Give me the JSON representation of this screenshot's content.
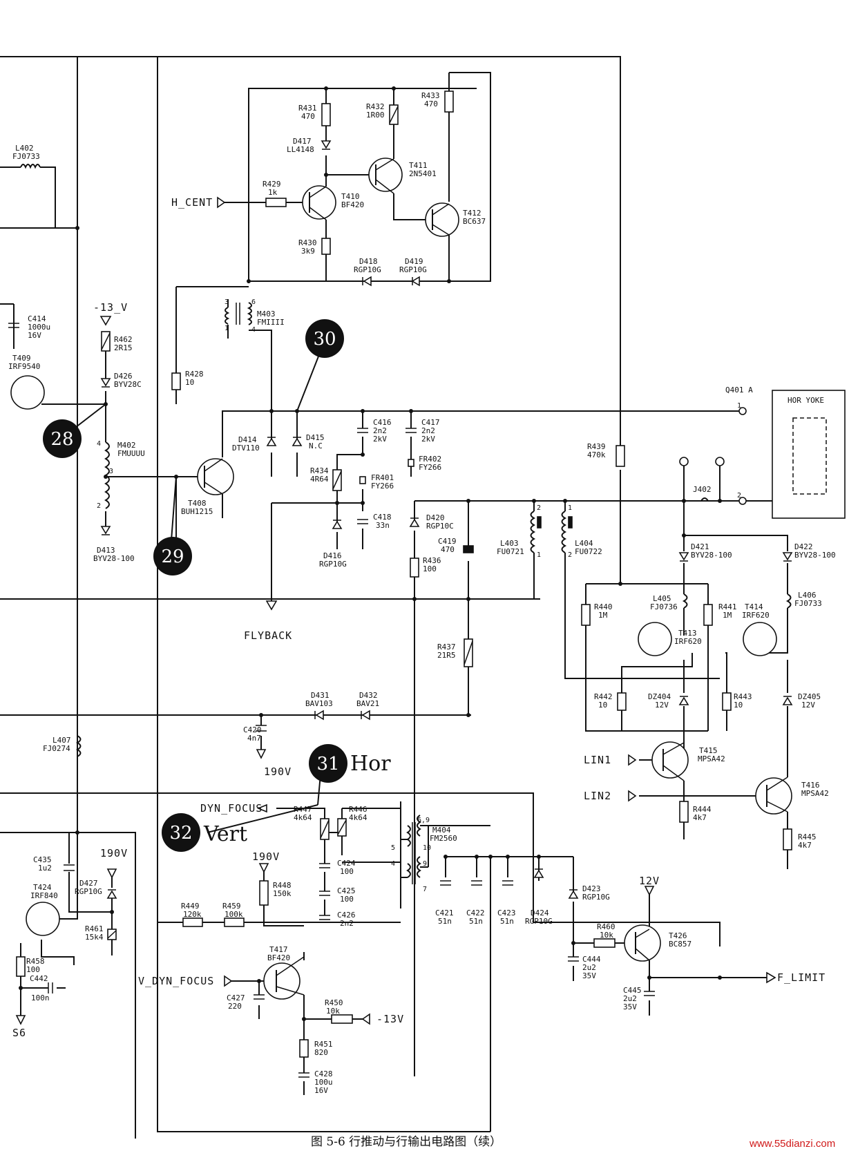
{
  "markers": [
    {
      "id": "28",
      "text": "28"
    },
    {
      "id": "29",
      "text": "29"
    },
    {
      "id": "30",
      "text": "30"
    },
    {
      "id": "31",
      "text": "31"
    },
    {
      "id": "32",
      "text": "32"
    }
  ],
  "marker_labels": {
    "hor": "Hor",
    "vert": "Vert"
  },
  "nets": {
    "h_cent": "H_CENT",
    "flyback": "FLYBACK",
    "dyn_focus": "DYN_FOCUS",
    "v_dyn_focus": "V_DYN_FOCUS",
    "f_limit": "F_LIMIT",
    "lin1": "LIN1",
    "lin2": "LIN2",
    "neg13v_top": "-13_V",
    "neg13v_bottom": "-13V",
    "v190_a": "190V",
    "v190_b": "190V",
    "v190_c": "190V",
    "v12": "12V",
    "s6": "S6",
    "hor_yoke": "HOR YOKE",
    "q401a": "Q401 A",
    "j402": "J402"
  },
  "components": {
    "L402": {
      "ref": "L402",
      "val": "FJ0733"
    },
    "C414": {
      "ref": "C414",
      "val": "1000u",
      "val2": "16V"
    },
    "T409": {
      "ref": "T409",
      "val": "IRF9540"
    },
    "R462": {
      "ref": "R462",
      "val": "2R15"
    },
    "D426": {
      "ref": "D426",
      "val": "BYV28C"
    },
    "M402": {
      "ref": "M402",
      "val": "FMUUUU"
    },
    "D413": {
      "ref": "D413",
      "val": "BYV28-100"
    },
    "R428": {
      "ref": "R428",
      "val": "10"
    },
    "T408": {
      "ref": "T408",
      "val": "BUH1215"
    },
    "M403": {
      "ref": "M403",
      "val": "FMIIII"
    },
    "R431": {
      "ref": "R431",
      "val": "470"
    },
    "D417": {
      "ref": "D417",
      "val": "LL4148"
    },
    "R432": {
      "ref": "R432",
      "val": "1R00"
    },
    "R433": {
      "ref": "R433",
      "val": "470"
    },
    "T411": {
      "ref": "T411",
      "val": "2N5401"
    },
    "R429": {
      "ref": "R429",
      "val": "1k"
    },
    "T410": {
      "ref": "T410",
      "val": "BF420"
    },
    "T412": {
      "ref": "T412",
      "val": "BC637"
    },
    "R430": {
      "ref": "R430",
      "val": "3k9"
    },
    "D418": {
      "ref": "D418",
      "val": "RGP10G"
    },
    "D419": {
      "ref": "D419",
      "val": "RGP10G"
    },
    "D414": {
      "ref": "D414",
      "val": "DTV110"
    },
    "D415": {
      "ref": "D415",
      "val": "N.C"
    },
    "C416": {
      "ref": "C416",
      "val": "2n2",
      "val2": "2kV"
    },
    "C417": {
      "ref": "C417",
      "val": "2n2",
      "val2": "2kV"
    },
    "FR402": {
      "ref": "FR402",
      "val": "FY266"
    },
    "R434": {
      "ref": "R434",
      "val": "4R64"
    },
    "FR401": {
      "ref": "FR401",
      "val": "FY266"
    },
    "C418": {
      "ref": "C418",
      "val": "33n"
    },
    "D416": {
      "ref": "D416",
      "val": "RGP10G"
    },
    "R439": {
      "ref": "R439",
      "val": "470k"
    },
    "D420": {
      "ref": "D420",
      "val": "RGP10C"
    },
    "C419": {
      "ref": "C419",
      "val": "470"
    },
    "R436": {
      "ref": "R436",
      "val": "100"
    },
    "L403": {
      "ref": "L403",
      "val": "FU0721"
    },
    "L404": {
      "ref": "L404",
      "val": "FU0722"
    },
    "R437": {
      "ref": "R437",
      "val": "21R5"
    },
    "D421": {
      "ref": "D421",
      "val": "BYV28-100"
    },
    "D422": {
      "ref": "D422",
      "val": "BYV28-100"
    },
    "L405": {
      "ref": "L405",
      "val": "FJ0736"
    },
    "L406": {
      "ref": "L406",
      "val": "FJ0733"
    },
    "R440": {
      "ref": "R440",
      "val": "1M"
    },
    "R441": {
      "ref": "R441",
      "val": "1M"
    },
    "T413": {
      "ref": "T413",
      "val": "IRF620"
    },
    "T414": {
      "ref": "T414",
      "val": "IRF620"
    },
    "R442": {
      "ref": "R442",
      "val": "10"
    },
    "R443": {
      "ref": "R443",
      "val": "10"
    },
    "DZ404": {
      "ref": "DZ404",
      "val": "12V"
    },
    "DZ405": {
      "ref": "DZ405",
      "val": "12V"
    },
    "T415": {
      "ref": "T415",
      "val": "MPSA42"
    },
    "T416": {
      "ref": "T416",
      "val": "MPSA42"
    },
    "R444": {
      "ref": "R444",
      "val": "4k7"
    },
    "R445": {
      "ref": "R445",
      "val": "4k7"
    },
    "D431": {
      "ref": "D431",
      "val": "BAV103"
    },
    "D432": {
      "ref": "D432",
      "val": "BAV21"
    },
    "C420": {
      "ref": "C420",
      "val": "4n7"
    },
    "L407": {
      "ref": "L407",
      "val": "FJ0274"
    },
    "C435": {
      "ref": "C435",
      "val": "1u2"
    },
    "D427": {
      "ref": "D427",
      "val": "RGP10G"
    },
    "T424": {
      "ref": "T424",
      "val": "IRF840"
    },
    "R461": {
      "ref": "R461",
      "val": "15k4"
    },
    "R458": {
      "ref": "R458",
      "val": "100"
    },
    "C442": {
      "ref": "C442",
      "val": "100n"
    },
    "R447": {
      "ref": "R447",
      "val": "4k64"
    },
    "R446": {
      "ref": "R446",
      "val": "4k64"
    },
    "M404": {
      "ref": "M404",
      "val": "FM2560"
    },
    "C424": {
      "ref": "C424",
      "val": "100"
    },
    "C425": {
      "ref": "C425",
      "val": "100"
    },
    "C426": {
      "ref": "C426",
      "val": "2n2"
    },
    "R449": {
      "ref": "R449",
      "val": "120k"
    },
    "R459": {
      "ref": "R459",
      "val": "100k"
    },
    "R448": {
      "ref": "R448",
      "val": "150k"
    },
    "T417": {
      "ref": "T417",
      "val": "BF420"
    },
    "C427": {
      "ref": "C427",
      "val": "220"
    },
    "R450": {
      "ref": "R450",
      "val": "10k"
    },
    "R451": {
      "ref": "R451",
      "val": "820"
    },
    "C428": {
      "ref": "C428",
      "val": "100u",
      "val2": "16V"
    },
    "C421": {
      "ref": "C421",
      "val": "51n"
    },
    "C422": {
      "ref": "C422",
      "val": "51n"
    },
    "C423": {
      "ref": "C423",
      "val": "51n"
    },
    "D424": {
      "ref": "D424",
      "val": "RGP10G"
    },
    "D423": {
      "ref": "D423",
      "val": "RGP10G"
    },
    "R460": {
      "ref": "R460",
      "val": "10k"
    },
    "T426": {
      "ref": "T426",
      "val": "BC857"
    },
    "C444": {
      "ref": "C444",
      "val": "2u2",
      "val2": "35V"
    },
    "C445": {
      "ref": "C445",
      "val": "2u2",
      "val2": "35V"
    }
  },
  "caption": "图 5-6   行推动与行输出电路图（续）",
  "watermark": "www.55dianzi.com"
}
